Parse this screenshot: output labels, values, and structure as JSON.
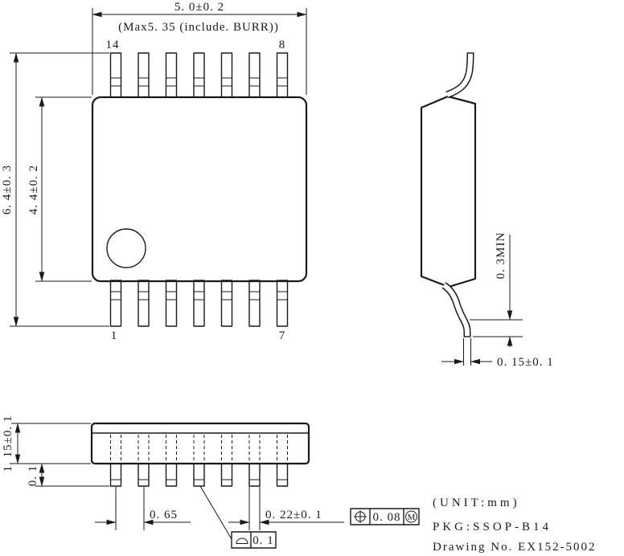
{
  "drawing": {
    "top_view": {
      "dim_body_width": "5. 0±0. 2",
      "dim_max_width_note": "(Max5. 35 (include. BURR))",
      "dim_overall_length": "6. 4±0. 3",
      "dim_body_length": "4. 4±0. 2",
      "pin_numbers": {
        "top_left": "14",
        "top_right": "8",
        "bottom_left": "1",
        "bottom_right": "7"
      }
    },
    "side_view": {
      "dim_standoff": "0. 3MIN",
      "dim_lead_thickness": "0. 15±0. 1"
    },
    "front_view": {
      "dim_height": "1. 15±0. 1",
      "dim_standoff": "0. 1",
      "dim_lead_pitch": "0. 65",
      "dim_lead_width": "0. 22±0. 1",
      "position_tolerance": {
        "symbol": "position-symbol-icon",
        "value": "0. 08",
        "modifier": "M"
      },
      "seating_plane_tolerance": {
        "symbol": "seating-plane-symbol-icon",
        "value": "0. 1"
      }
    },
    "title_block": {
      "unit": "(UNIT:mm)",
      "package": "PKG:SSOP-B14",
      "drawing_no": "Drawing No. EX152-5002"
    }
  }
}
